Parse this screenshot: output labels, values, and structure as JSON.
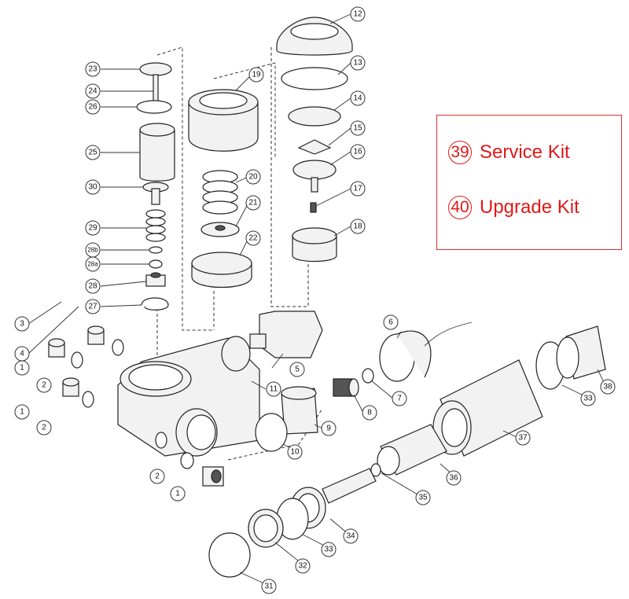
{
  "callouts": [
    {
      "id": "c1",
      "label": "12"
    },
    {
      "id": "c2",
      "label": "13"
    },
    {
      "id": "c3",
      "label": "14"
    },
    {
      "id": "c4",
      "label": "15"
    },
    {
      "id": "c5",
      "label": "16"
    },
    {
      "id": "c6",
      "label": "17"
    },
    {
      "id": "c7",
      "label": "18"
    },
    {
      "id": "c8",
      "label": "19"
    },
    {
      "id": "c9",
      "label": "20"
    },
    {
      "id": "c10",
      "label": "21"
    },
    {
      "id": "c11",
      "label": "22"
    },
    {
      "id": "c12",
      "label": "23"
    },
    {
      "id": "c13",
      "label": "24"
    },
    {
      "id": "c14",
      "label": "26"
    },
    {
      "id": "c15",
      "label": "25"
    },
    {
      "id": "c16",
      "label": "30"
    },
    {
      "id": "c17",
      "label": "29"
    },
    {
      "id": "c18",
      "label": "28b"
    },
    {
      "id": "c19",
      "label": "28a"
    },
    {
      "id": "c20",
      "label": "28"
    },
    {
      "id": "c21",
      "label": "27"
    },
    {
      "id": "c22",
      "label": "3"
    },
    {
      "id": "c23",
      "label": "4"
    },
    {
      "id": "c24",
      "label": "1"
    },
    {
      "id": "c25",
      "label": "2"
    },
    {
      "id": "c26",
      "label": "1"
    },
    {
      "id": "c27",
      "label": "2"
    },
    {
      "id": "c28",
      "label": "2"
    },
    {
      "id": "c29",
      "label": "1"
    },
    {
      "id": "c30",
      "label": "5"
    },
    {
      "id": "c31",
      "label": "6"
    },
    {
      "id": "c32",
      "label": "7"
    },
    {
      "id": "c33",
      "label": "8"
    },
    {
      "id": "c34",
      "label": "9"
    },
    {
      "id": "c35",
      "label": "10"
    },
    {
      "id": "c36",
      "label": "11"
    },
    {
      "id": "c37",
      "label": "33"
    },
    {
      "id": "c38",
      "label": "38"
    },
    {
      "id": "c39",
      "label": "37"
    },
    {
      "id": "c40",
      "label": "36"
    },
    {
      "id": "c41",
      "label": "35"
    },
    {
      "id": "c42",
      "label": "34"
    },
    {
      "id": "c43",
      "label": "33"
    },
    {
      "id": "c44",
      "label": "32"
    },
    {
      "id": "c45",
      "label": "31"
    }
  ],
  "kits": [
    {
      "number": "39",
      "label": "Service Kit"
    },
    {
      "number": "40",
      "label": "Upgrade Kit"
    }
  ],
  "colors": {
    "kit_accent": "#e01818",
    "line": "#222222"
  }
}
